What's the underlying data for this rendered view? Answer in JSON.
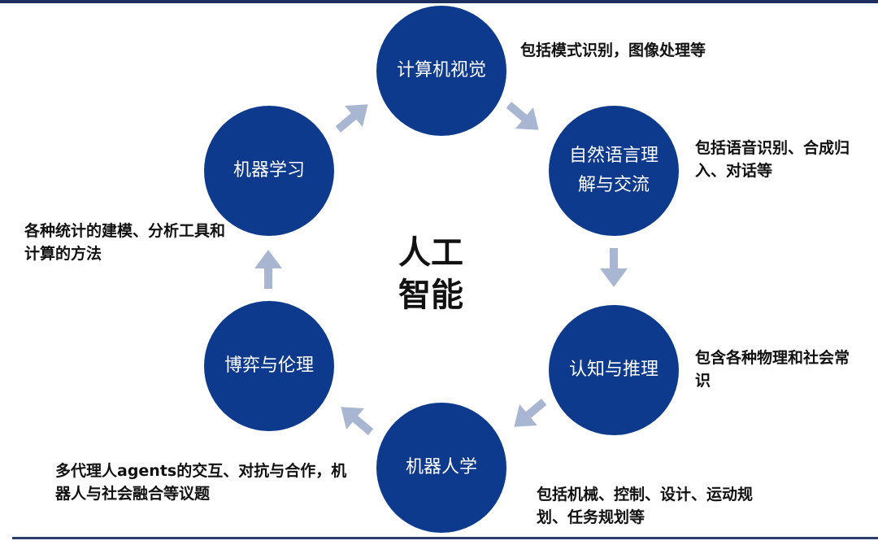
{
  "center_title": "人工智能",
  "nodes": [
    {
      "label": "计算机视觉",
      "desc": "包括模式识别，图像处理等"
    },
    {
      "label": "自然语言理解与交流",
      "desc": "包括语音识别、合成归入、对话等"
    },
    {
      "label": "认知与推理",
      "desc": "包含各种物理和社会常识"
    },
    {
      "label": "机器人学",
      "desc": "包括机械、控制、设计、运动规划、任务规划等"
    },
    {
      "label": "博弈与伦理",
      "desc": "多代理人agents的交互、对抗与合作，机器人与社会融合等议题"
    },
    {
      "label": "机器学习",
      "desc": "各种统计的建模、分析工具和计算的方法"
    }
  ],
  "colors": {
    "circle": "#0d3a8c",
    "arrow": "#a9b6d1",
    "line": "#1c2f5e"
  }
}
